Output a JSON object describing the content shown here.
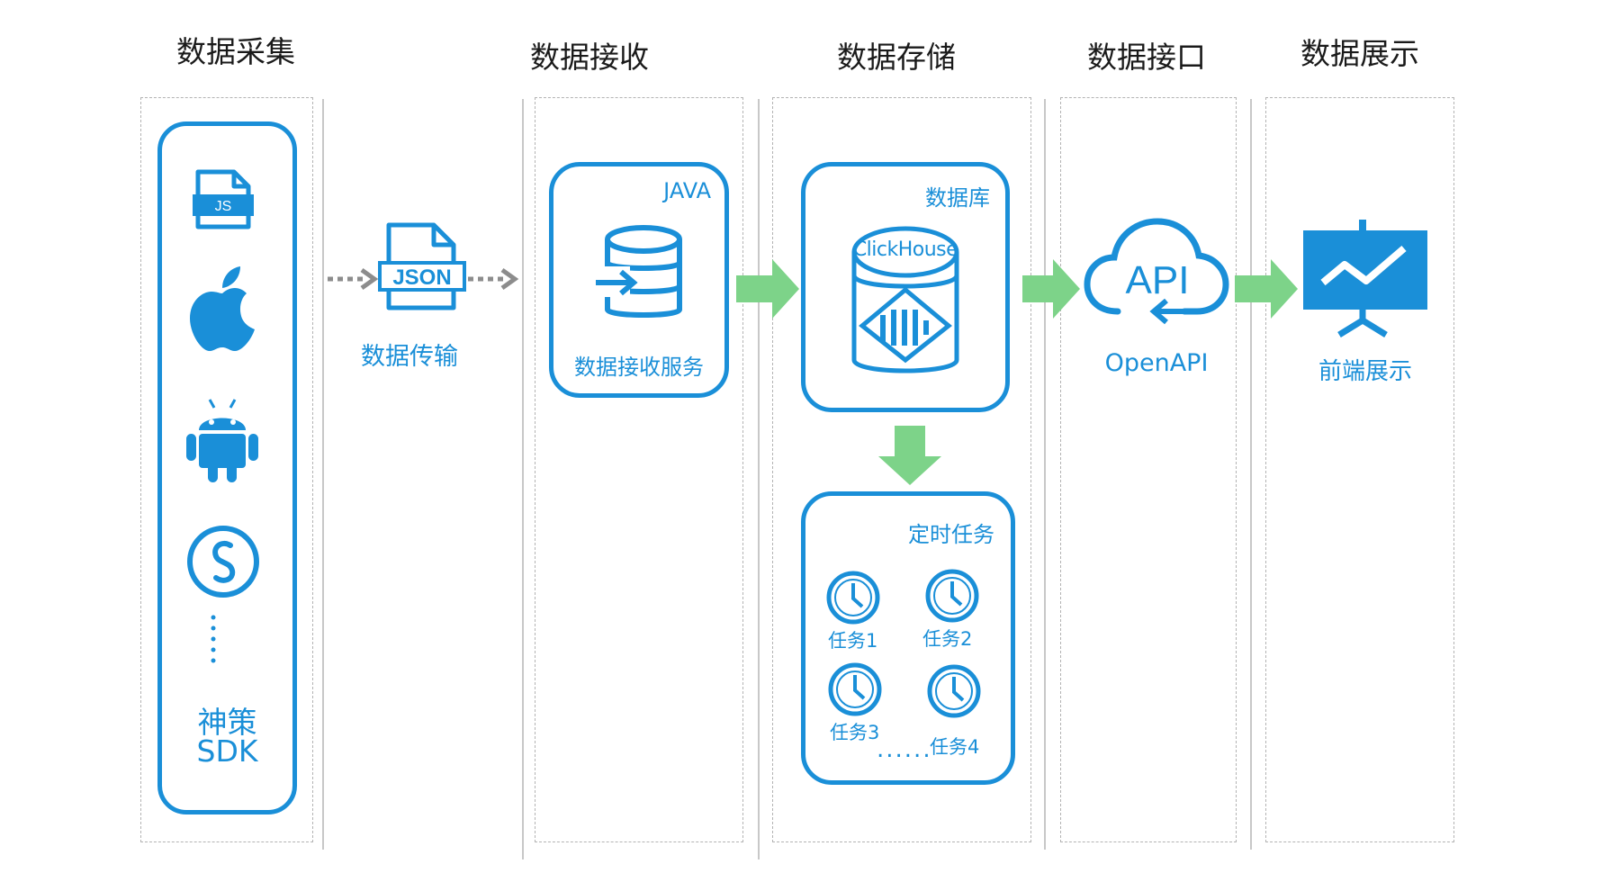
{
  "columns": {
    "collect": "数据采集",
    "receive": "数据接收",
    "store": "数据存储",
    "interface": "数据接口",
    "display": "数据展示"
  },
  "sdk": {
    "js_label": "JS",
    "name_line1": "神策",
    "name_line2": "SDK"
  },
  "transfer": {
    "json_label": "JSON",
    "label": "数据传输"
  },
  "receiver": {
    "lang": "JAVA",
    "label": "数据接收服务"
  },
  "storage": {
    "db_label": "数据库",
    "engine": "ClickHouse",
    "jobs_title": "定时任务",
    "tasks": [
      "任务1",
      "任务2",
      "任务3",
      "任务4"
    ],
    "more": "......"
  },
  "api": {
    "cloud_label": "API",
    "label": "OpenAPI"
  },
  "display": {
    "label": "前端展示"
  },
  "colors": {
    "accent": "#1a8fd8",
    "arrow": "#7dd389",
    "dash_arrow": "#8c8c8c"
  }
}
